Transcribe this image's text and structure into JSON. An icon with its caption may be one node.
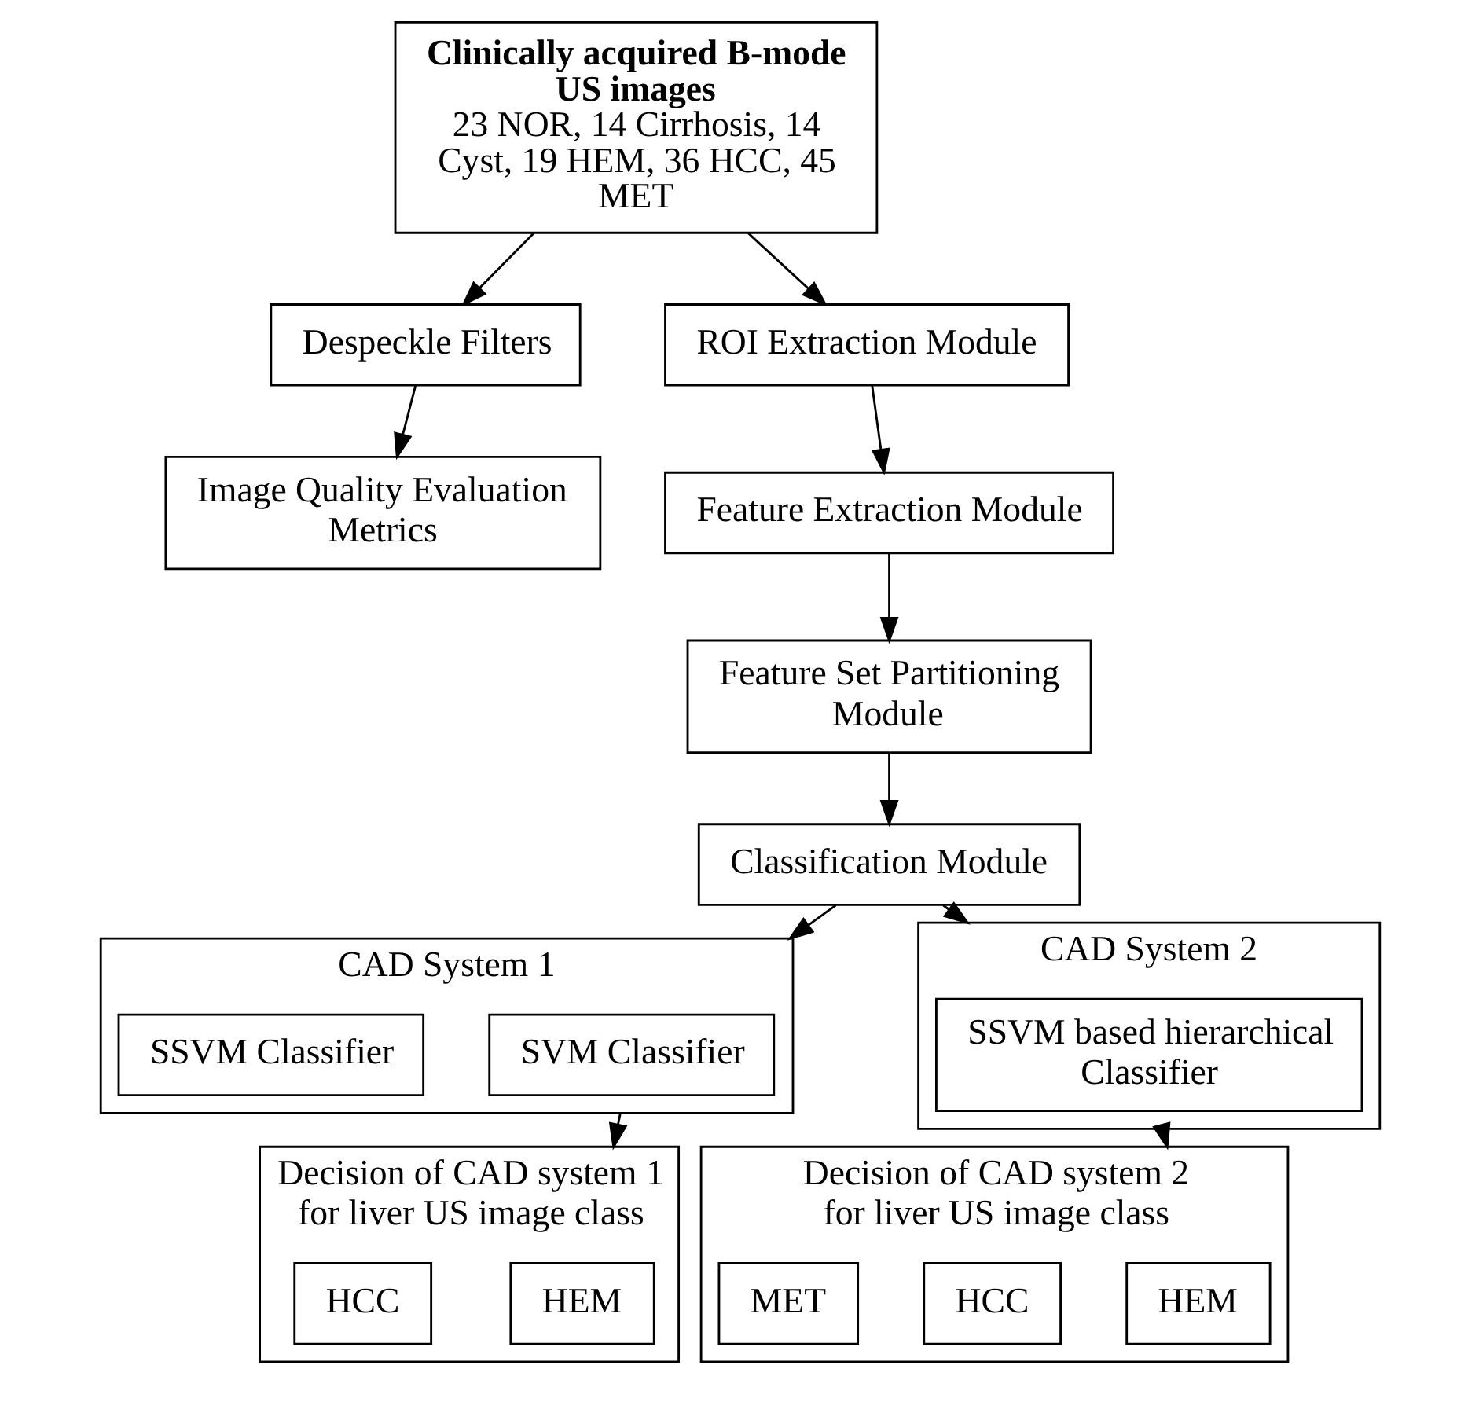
{
  "diagram": {
    "nodes": [
      {
        "text": [
          "Clinically acquired B-mode US images",
          "23 NOR, 14 Cirrhosis, 14 Cyst, 19 HEM, 36 HCC, 45 MET"
        ]
      },
      {
        "text": [
          "Despeckle Filters"
        ]
      },
      {
        "text": [
          "Image Quality Evaluation Metrics"
        ]
      },
      {
        "text": [
          "ROI Extraction Module"
        ]
      },
      {
        "text": [
          "Feature Extraction Module"
        ]
      },
      {
        "text": [
          "Feature Set Partitioning Module"
        ]
      },
      {
        "text": [
          "Classification Module"
        ]
      },
      {
        "text": [
          "CAD System 1"
        ]
      },
      {
        "text": [
          "SVM Classifier"
        ],
        "in": 7
      },
      {
        "text": [
          "SSVM Classifier"
        ],
        "in": 7
      },
      {
        "text": [
          "CAD System 2"
        ]
      },
      {
        "text": [
          "SSVM based hierarchical Classifier"
        ],
        "in": 10
      },
      {
        "text": [
          "Decision of CAD system 1 for liver US image class"
        ]
      },
      {
        "text": [
          "HEM"
        ],
        "in": 12
      },
      {
        "text": [
          "HCC"
        ],
        "in": 12
      },
      {
        "text": [
          "Decision of CAD system 2 for liver US image class"
        ]
      },
      {
        "text": [
          "HEM"
        ],
        "in": 15
      },
      {
        "text": [
          "HCC"
        ],
        "in": 15
      },
      {
        "text": [
          "MET"
        ],
        "in": 15
      }
    ],
    "edges": [
      {
        "from": 0,
        "to": 1,
        "arrow": "to"
      },
      {
        "from": 0,
        "to": 3,
        "arrow": "to"
      },
      {
        "from": 1,
        "to": 2,
        "arrow": "to"
      },
      {
        "from": 3,
        "to": 4,
        "arrow": "to"
      },
      {
        "from": 4,
        "to": 5,
        "arrow": "to"
      },
      {
        "from": 5,
        "to": 6,
        "arrow": "to"
      },
      {
        "from": 6,
        "to": 7,
        "arrow": "to"
      },
      {
        "from": 6,
        "to": 10,
        "arrow": "to"
      },
      {
        "from": 7,
        "to": 12,
        "arrow": "to"
      },
      {
        "from": 10,
        "to": 15,
        "arrow": "to"
      }
    ]
  }
}
